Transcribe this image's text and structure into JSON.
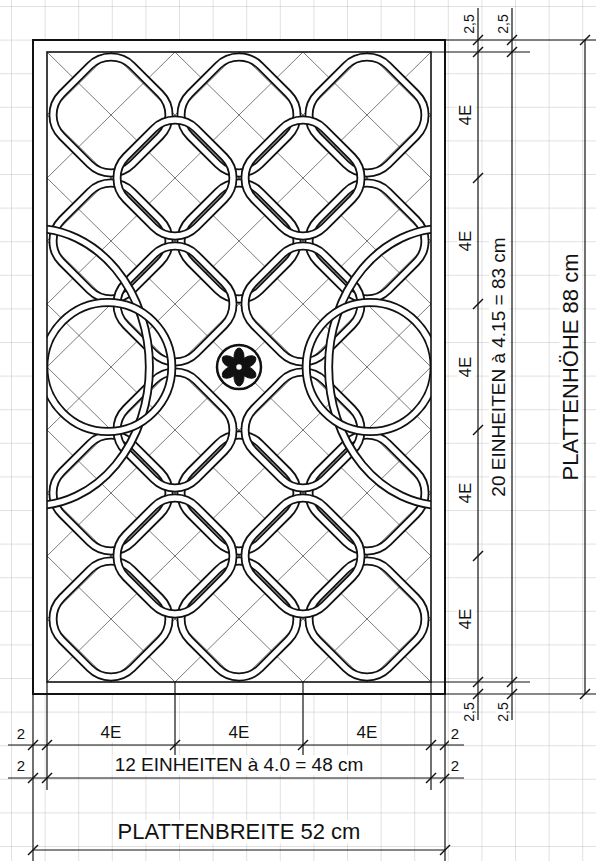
{
  "diagram": {
    "labels": [
      "2,5",
      "2,5",
      "4E",
      "4E",
      "4E",
      "4E",
      "4E",
      "20 EINHEITEN à 4.15 = 83 cm",
      "PLATTENHÖHE 88 cm",
      "2,5",
      "2,5",
      "2",
      "4E",
      "4E",
      "4E",
      "2",
      "2",
      "12 EINHEITEN à 4.0 = 48 cm",
      "2",
      "PLATTENBREITE 52 cm"
    ]
  }
}
